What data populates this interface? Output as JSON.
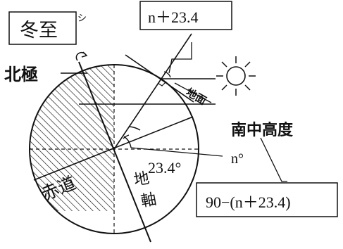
{
  "diagram": {
    "season_label": "冬至",
    "season_suffix": "シ",
    "north_pole_label": "北極",
    "equator_label": "赤道",
    "ground_label": "地面",
    "axis_label_top": "地",
    "axis_label_bottom": "軸",
    "tilt_angle_label": "23.4°",
    "latitude_label": "n°",
    "angle_box_label": "n＋23.4",
    "culmination_label": "南中高度",
    "culmination_formula": "90−(n＋23.4)",
    "sun_icon": "sun-icon",
    "rotation_icon": "rotation-arrow-icon",
    "colors": {
      "ink": "#111111",
      "background": "#ffffff"
    }
  }
}
